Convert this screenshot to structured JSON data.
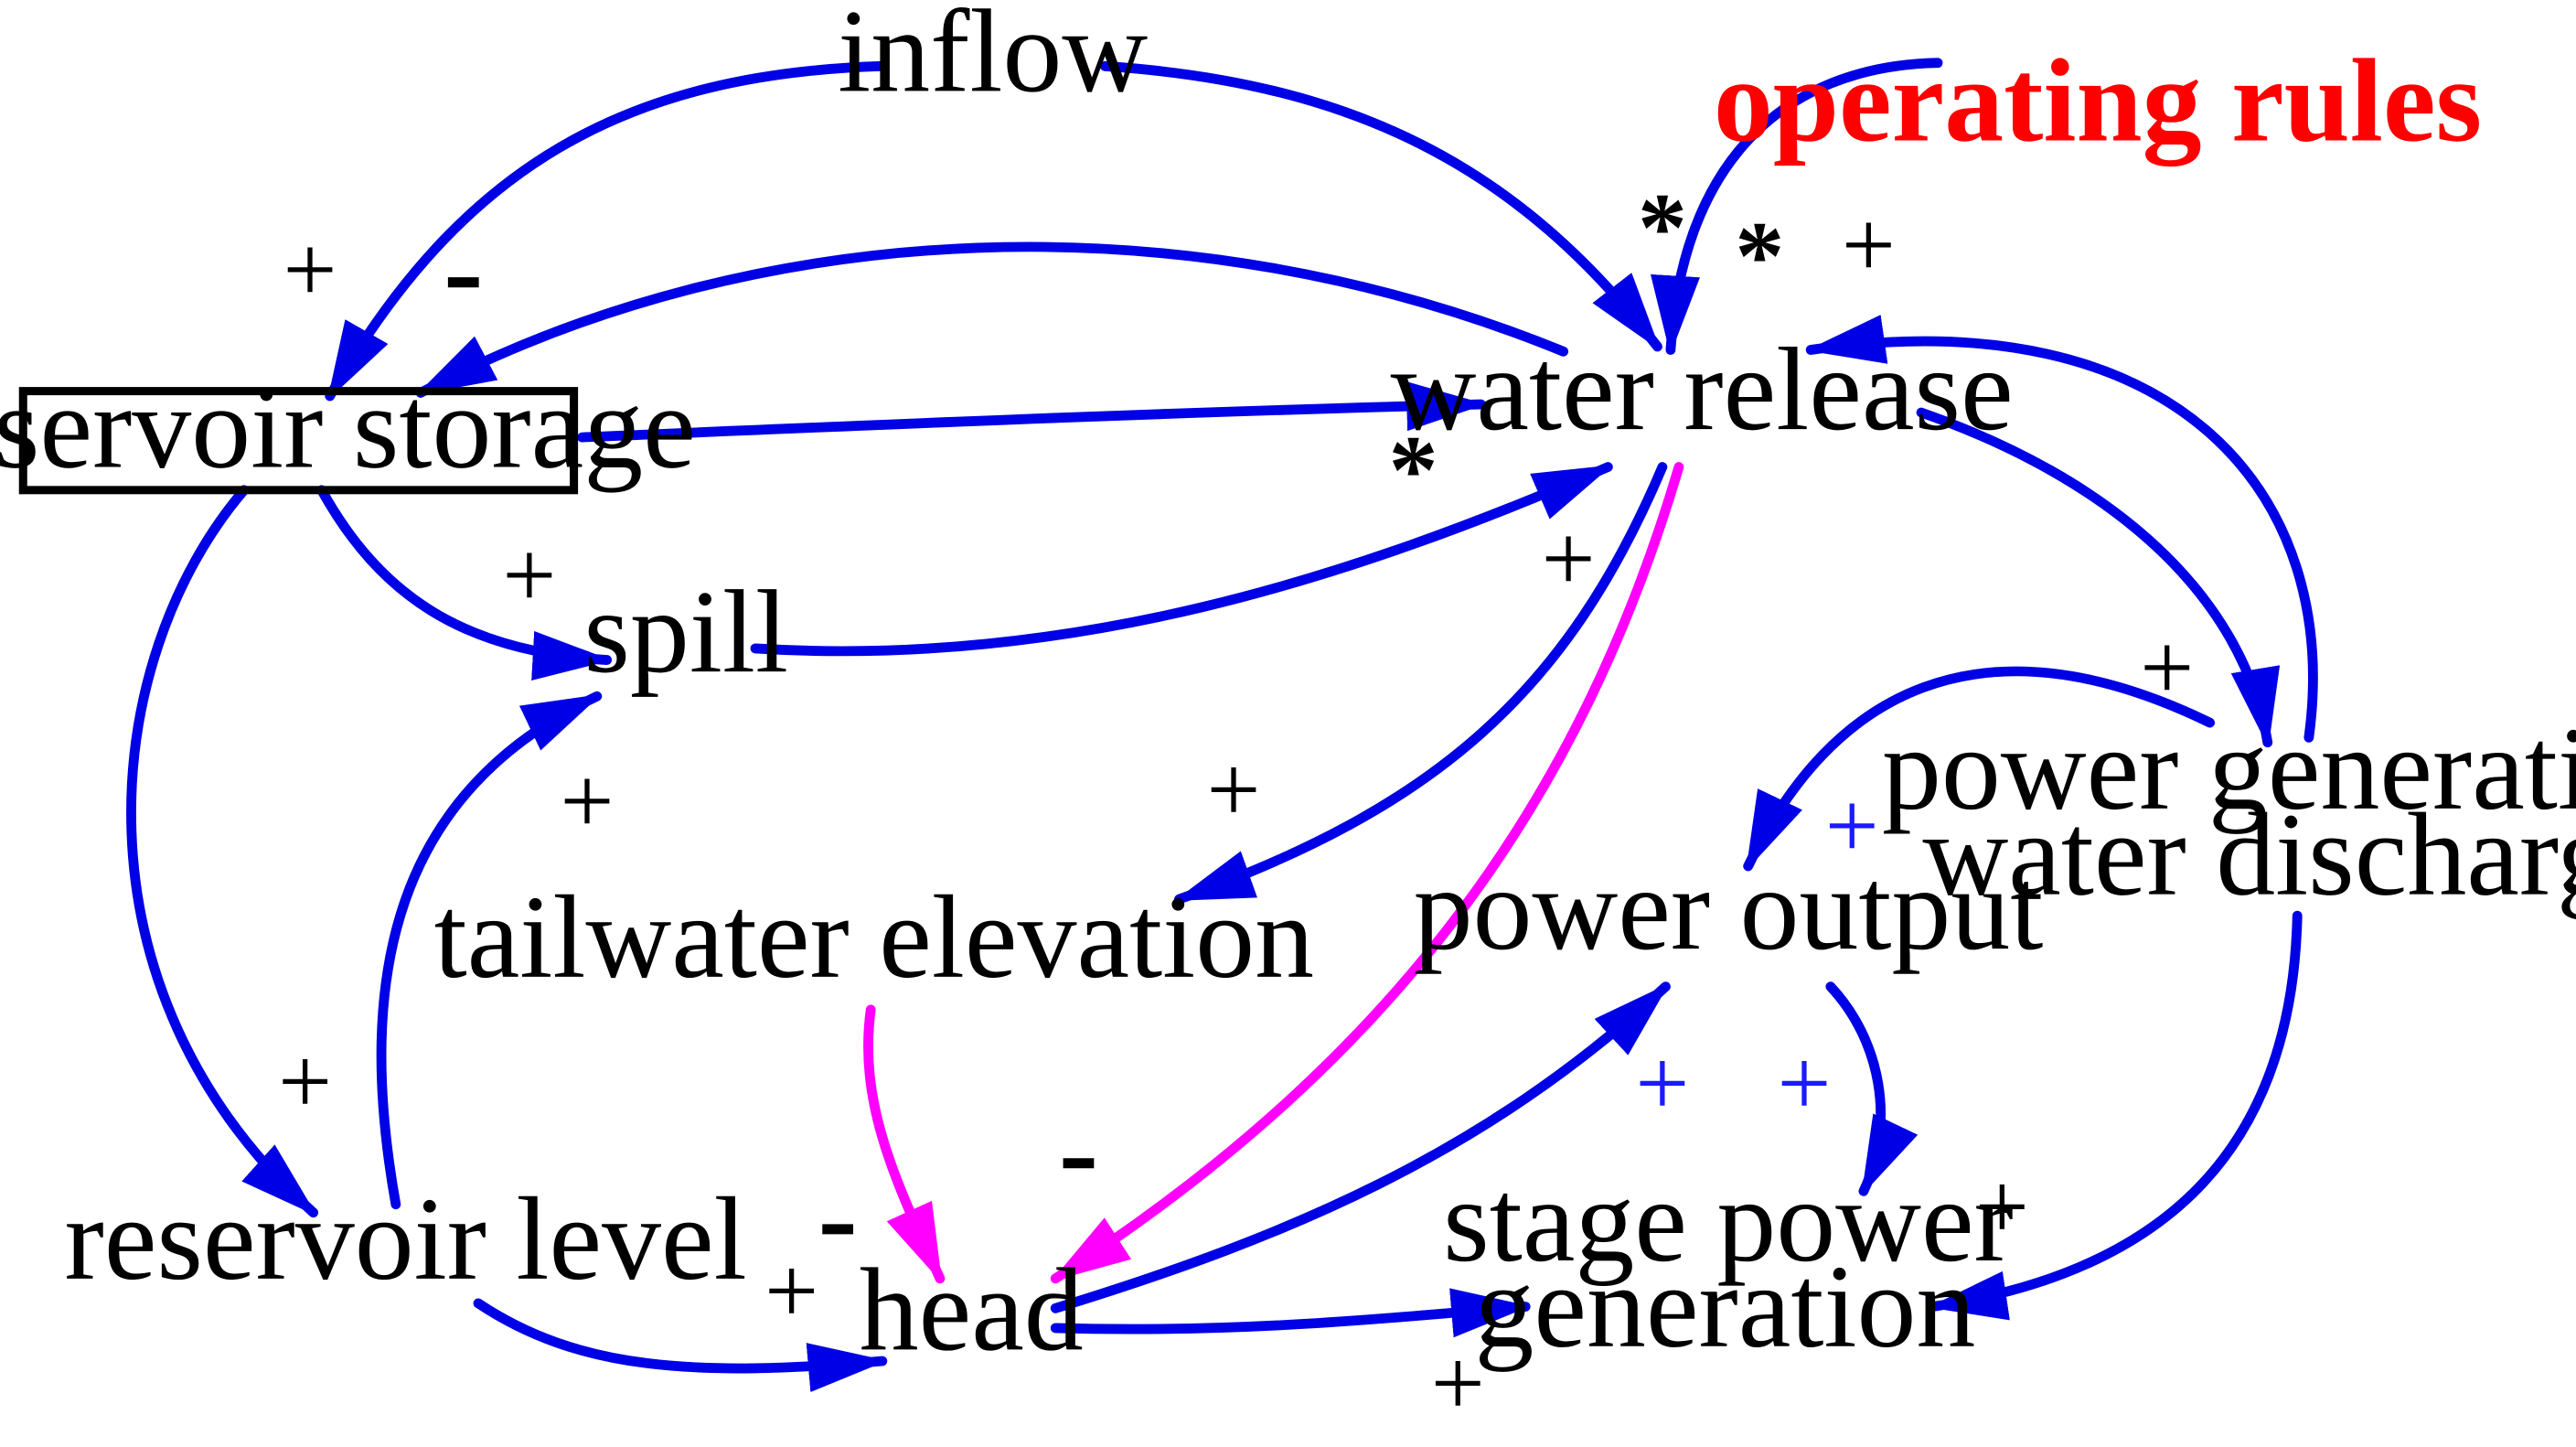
{
  "colors": {
    "link_blue": "#0000e6",
    "link_magenta": "#ff00ff",
    "highlight_red": "#ff0000",
    "text_black": "#000000",
    "polarity_blue": "#1a1aff"
  },
  "variables": {
    "inflow": "inflow",
    "operating_rules": "operating rules",
    "reservoir_storage": "reservoir storage",
    "water_release": "water release",
    "spill": "spill",
    "tailwater_elevation": "tailwater elevation",
    "power_output": "power output",
    "power_generation_water_discharge_line1": "power generation",
    "power_generation_water_discharge_line2": "water discharge",
    "reservoir_level": "reservoir level",
    "head": "head",
    "stage_power_generation_line1": "stage power",
    "stage_power_generation_line2": "generation"
  },
  "links": [
    {
      "from": "inflow",
      "to": "reservoir storage",
      "polarity": "+",
      "color": "blue"
    },
    {
      "from": "water release",
      "to": "reservoir storage",
      "polarity": "-",
      "color": "blue"
    },
    {
      "from": "inflow",
      "to": "water release",
      "polarity": "*",
      "color": "blue"
    },
    {
      "from": "operating rules",
      "to": "water release",
      "polarity": "*",
      "color": "blue"
    },
    {
      "from": "power generation water discharge",
      "to": "water release",
      "polarity": "+",
      "color": "blue"
    },
    {
      "from": "reservoir storage",
      "to": "water release",
      "polarity": "",
      "color": "blue"
    },
    {
      "from": "spill",
      "to": "water release",
      "polarity": "*",
      "color": "blue"
    },
    {
      "from": "reservoir storage",
      "to": "spill",
      "polarity": "+",
      "color": "blue"
    },
    {
      "from": "reservoir level",
      "to": "spill",
      "polarity": "+",
      "color": "blue"
    },
    {
      "from": "water release",
      "to": "tailwater elevation",
      "polarity": "+",
      "color": "blue"
    },
    {
      "from": "water release",
      "to": "power generation water discharge",
      "polarity": "+",
      "color": "blue"
    },
    {
      "from": "water release",
      "to": "head",
      "polarity": "-",
      "color": "magenta"
    },
    {
      "from": "tailwater elevation",
      "to": "head",
      "polarity": "-",
      "color": "magenta"
    },
    {
      "from": "reservoir storage",
      "to": "reservoir level",
      "polarity": "+",
      "color": "blue"
    },
    {
      "from": "reservoir level",
      "to": "head",
      "polarity": "+",
      "color": "blue"
    },
    {
      "from": "power generation water discharge",
      "to": "power output",
      "polarity": "+",
      "color": "blue"
    },
    {
      "from": "head",
      "to": "power output",
      "polarity": "+",
      "color": "blue"
    },
    {
      "from": "power output",
      "to": "stage power generation",
      "polarity": "+",
      "color": "blue"
    },
    {
      "from": "head",
      "to": "stage power generation",
      "polarity": "+",
      "color": "blue"
    },
    {
      "from": "power generation water discharge",
      "to": "stage power generation",
      "polarity": "+",
      "color": "blue"
    }
  ],
  "polarity_labels": {
    "plus": "+",
    "minus": "-",
    "star": "*"
  }
}
